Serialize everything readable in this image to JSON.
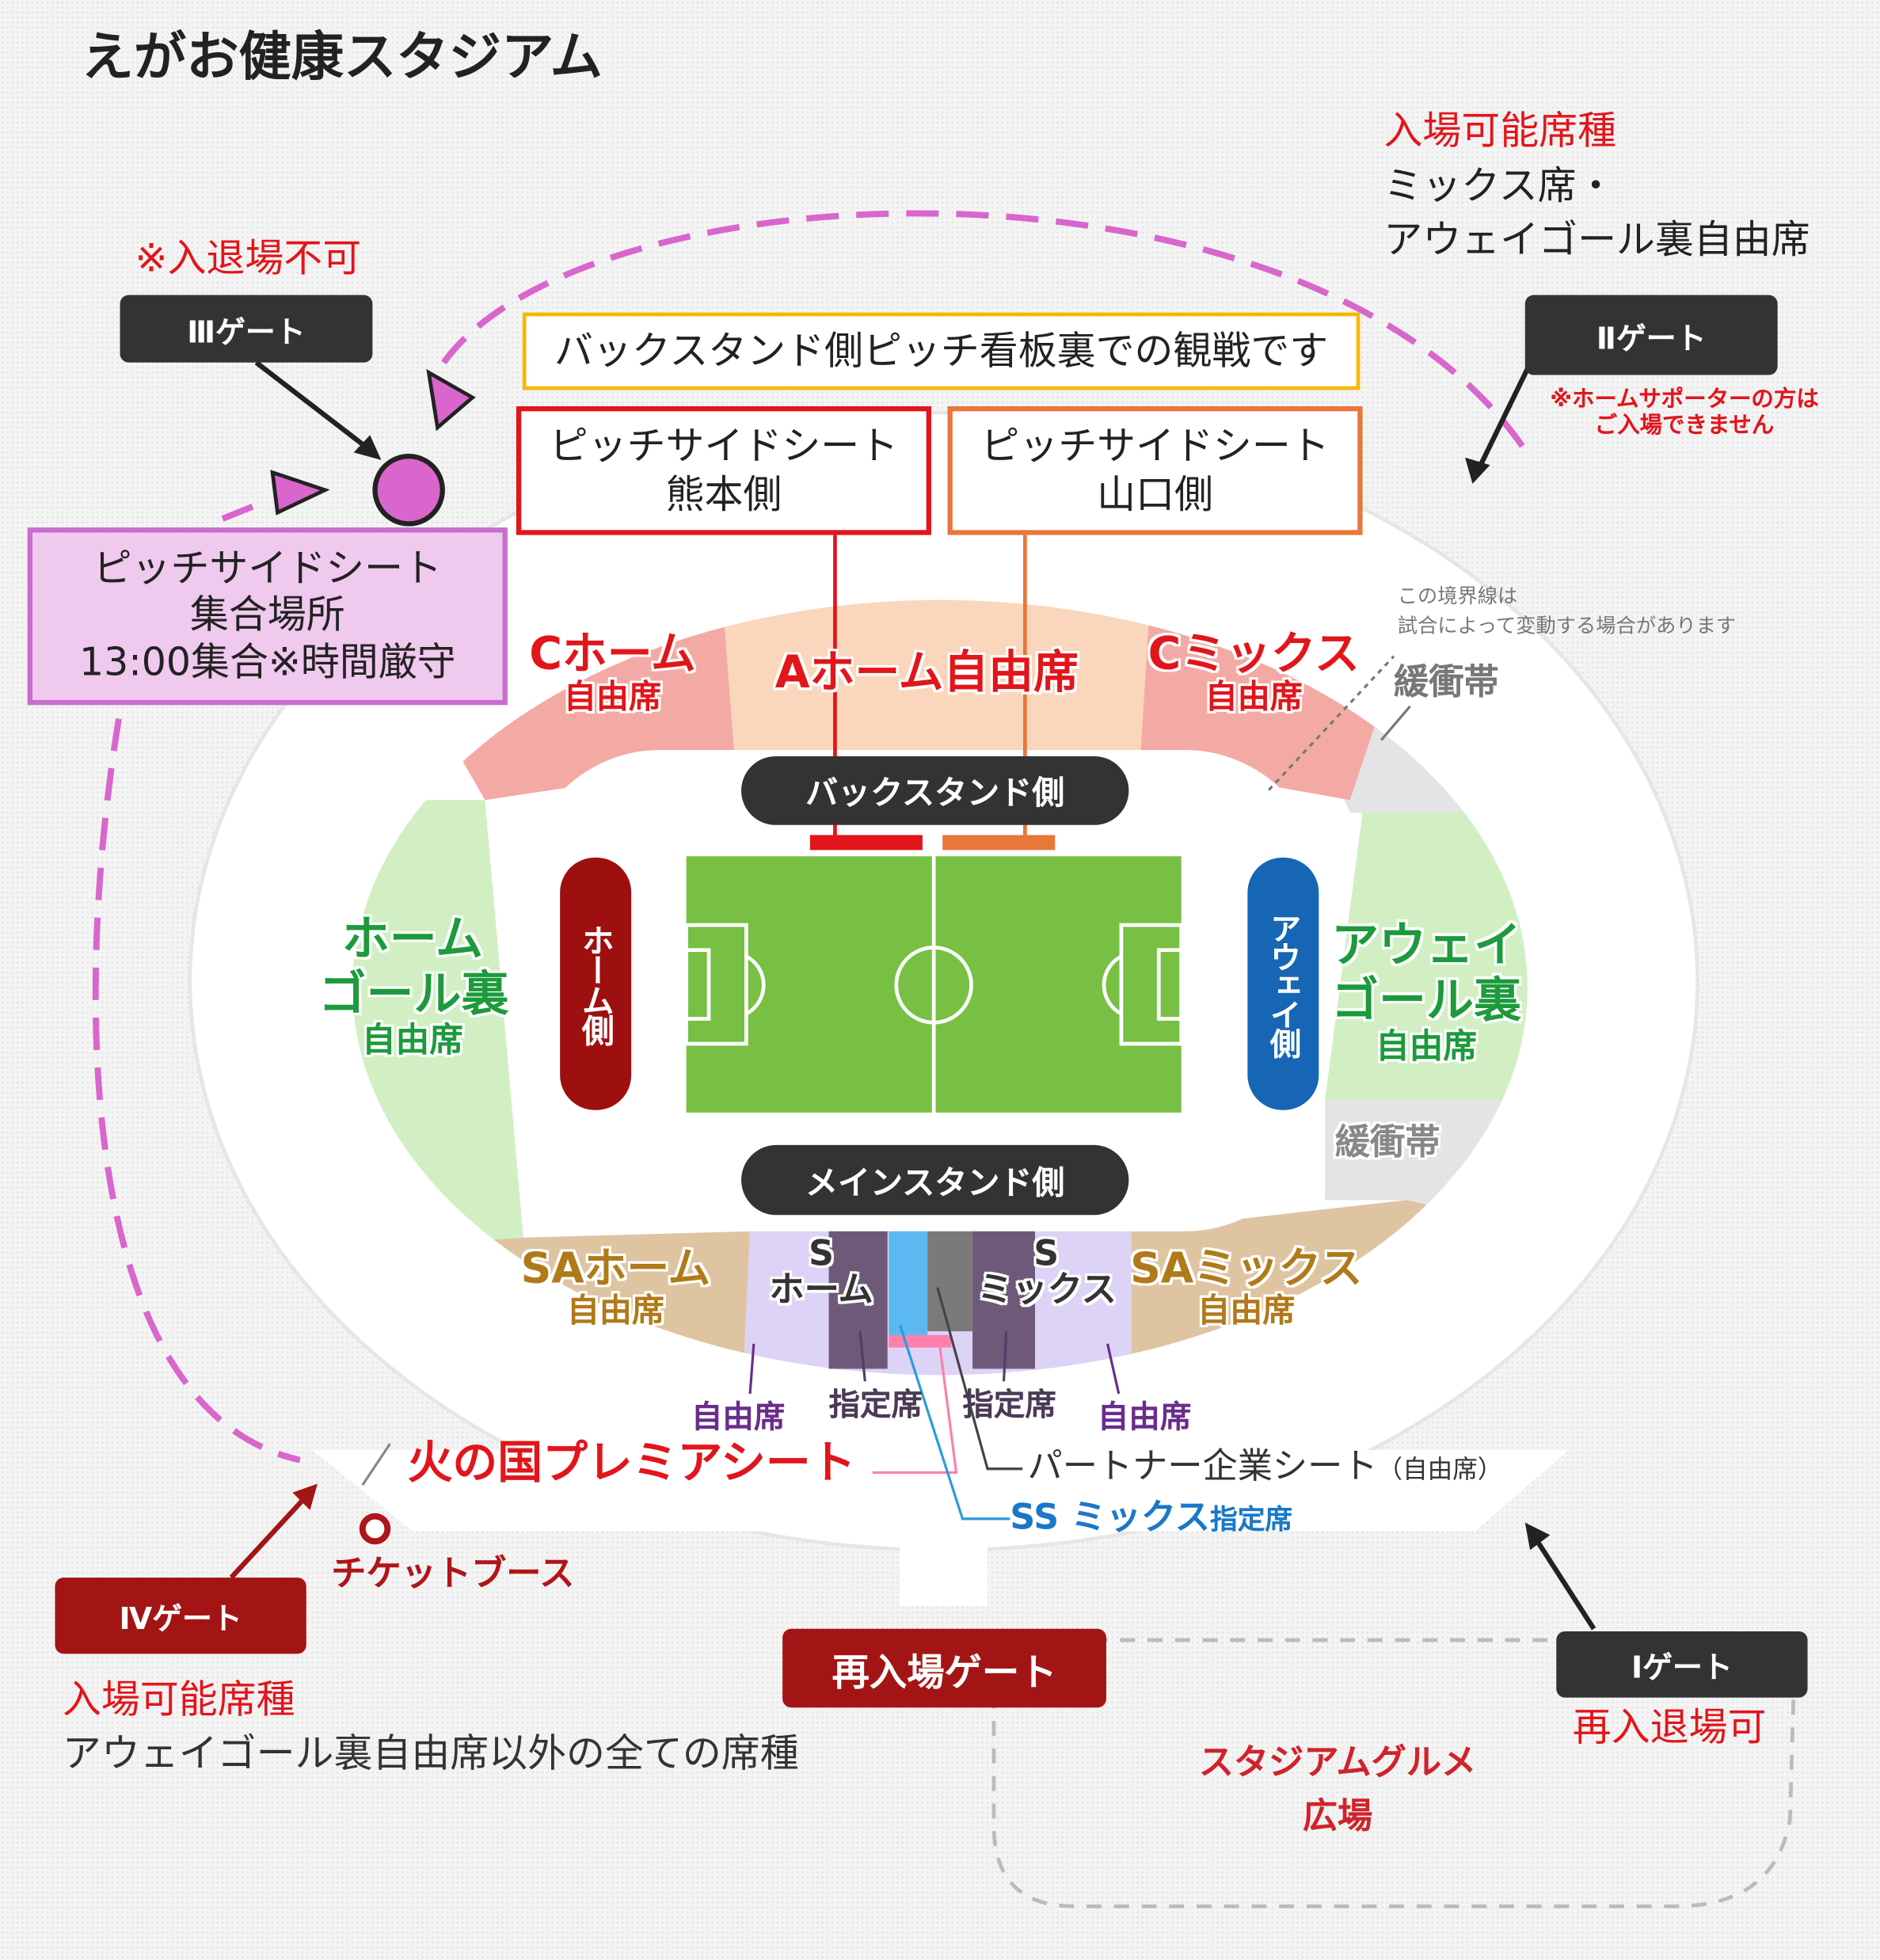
{
  "title": "えがお健康スタジアム",
  "colors": {
    "red": "#e2151b",
    "dark_gate": "#333333",
    "red_gate": "#a31515",
    "pitch": "#77c043",
    "home": "#9e0f0f",
    "away": "#1666b5",
    "dashed": "#d866cc"
  },
  "top_right": {
    "heading": "入場可能席種",
    "line1": "ミックス席・",
    "line2": "アウェイゴール裏自由席"
  },
  "gate3": {
    "notice": "※入退場不可",
    "label": "Ⅲゲート"
  },
  "gate2": {
    "label": "Ⅱゲート",
    "note1": "※ホームサポーターの方は",
    "note2": "ご入場できません"
  },
  "gate4": {
    "label": "Ⅳゲート",
    "heading": "入場可能席種",
    "desc": "アウェイゴール裏自由席以外の全ての席種"
  },
  "gate1": {
    "label": "Ⅰゲート",
    "note": "再入退場可"
  },
  "reentry_gate": "再入場ゲート",
  "gourmet": {
    "line1": "スタジアムグルメ",
    "line2": "広場"
  },
  "ticket_booth": "チケットブース",
  "callouts": {
    "backstand": "バックスタンド側ピッチ看板裏での観戦です",
    "kumamoto": {
      "line1": "ピッチサイドシート",
      "line2": "熊本側"
    },
    "yamaguchi": {
      "line1": "ピッチサイドシート",
      "line2": "山口側"
    },
    "meeting": {
      "line1": "ピッチサイドシート",
      "line2": "集合場所",
      "line3": "13:00集合※時間厳守"
    }
  },
  "boundary_note": {
    "line1": "この境界線は",
    "line2": "試合によって変動する場合があります"
  },
  "buffer": "緩衝帯",
  "sections": {
    "c_home": {
      "name": "Cホーム",
      "sub": "自由席"
    },
    "a_home": "Aホーム自由席",
    "c_mix": {
      "name": "Cミックス",
      "sub": "自由席"
    },
    "home_goal": {
      "l1": "ホーム",
      "l2": "ゴール裏",
      "sub": "自由席"
    },
    "away_goal": {
      "l1": "アウェイ",
      "l2": "ゴール裏",
      "sub": "自由席"
    },
    "sa_home": {
      "name": "SAホーム",
      "sub": "自由席"
    },
    "s_home": {
      "l1": "S",
      "l2": "ホーム"
    },
    "s_mix": {
      "l1": "S",
      "l2": "ミックス"
    },
    "sa_mix": {
      "name": "SAミックス",
      "sub": "自由席"
    }
  },
  "stand_labels": {
    "back": "バックスタンド側",
    "main": "メインスタンド側",
    "home": "ホーム側",
    "away": "アウェイ側"
  },
  "legend": {
    "free1": "自由席",
    "reserved1": "指定席",
    "reserved2": "指定席",
    "free2": "自由席",
    "premier": "火の国プレミアシート",
    "partner": "パートナー企業シート",
    "partner_note": "（自由席）",
    "ss_mix": "SS ミックス",
    "ss_mix_note": "指定席"
  }
}
